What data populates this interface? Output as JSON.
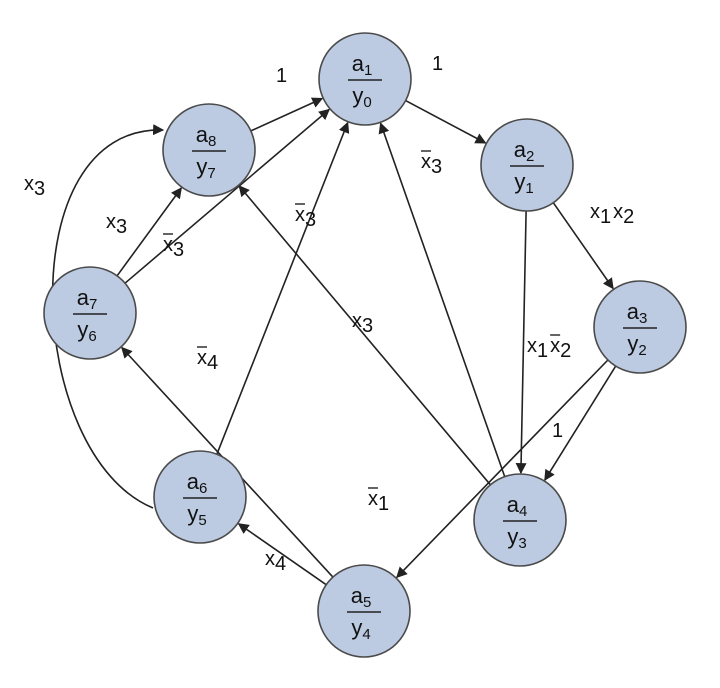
{
  "colors": {
    "node_fill": "#bccbe2",
    "node_stroke": "#4b4b4b",
    "edge": "#222222"
  },
  "nodes": [
    {
      "id": "a1",
      "top_base": "a",
      "top_sub": "1",
      "bottom_base": "y",
      "bottom_sub": "0"
    },
    {
      "id": "a2",
      "top_base": "a",
      "top_sub": "2",
      "bottom_base": "y",
      "bottom_sub": "1"
    },
    {
      "id": "a3",
      "top_base": "a",
      "top_sub": "3",
      "bottom_base": "y",
      "bottom_sub": "2"
    },
    {
      "id": "a4",
      "top_base": "a",
      "top_sub": "4",
      "bottom_base": "y",
      "bottom_sub": "3"
    },
    {
      "id": "a5",
      "top_base": "a",
      "top_sub": "5",
      "bottom_base": "y",
      "bottom_sub": "4"
    },
    {
      "id": "a6",
      "top_base": "a",
      "top_sub": "6",
      "bottom_base": "y",
      "bottom_sub": "5"
    },
    {
      "id": "a7",
      "top_base": "a",
      "top_sub": "7",
      "bottom_base": "y",
      "bottom_sub": "6"
    },
    {
      "id": "a8",
      "top_base": "a",
      "top_sub": "8",
      "bottom_base": "y",
      "bottom_sub": "7"
    }
  ],
  "edges": [
    {
      "from": "a8",
      "to": "a1",
      "label": [
        {
          "t": "1"
        }
      ]
    },
    {
      "from": "a1",
      "to": "a2",
      "label": [
        {
          "t": "1"
        }
      ]
    },
    {
      "from": "a2",
      "to": "a3",
      "label": [
        {
          "t": "x"
        },
        {
          "t": "1",
          "sub": true
        },
        {
          "t": "x"
        },
        {
          "t": "2",
          "sub": true
        }
      ]
    },
    {
      "from": "a2",
      "to": "a4",
      "label": [
        {
          "t": "x"
        },
        {
          "t": "1",
          "sub": true
        },
        {
          "t": "x",
          "bar": true
        },
        {
          "t": "2",
          "sub": true
        }
      ]
    },
    {
      "from": "a3",
      "to": "a4",
      "label": [
        {
          "t": "1"
        }
      ]
    },
    {
      "from": "a3",
      "to": "a5",
      "label": [
        {
          "t": "x",
          "bar": true
        },
        {
          "t": "1",
          "sub": true
        }
      ]
    },
    {
      "from": "a4",
      "to": "a1",
      "label": [
        {
          "t": "x",
          "bar": true
        },
        {
          "t": "3",
          "sub": true
        }
      ]
    },
    {
      "from": "a4",
      "to": "a8",
      "label": [
        {
          "t": "x"
        },
        {
          "t": "3",
          "sub": true
        }
      ]
    },
    {
      "from": "a5",
      "to": "a6",
      "label": [
        {
          "t": "x"
        },
        {
          "t": "4",
          "sub": true
        }
      ]
    },
    {
      "from": "a5",
      "to": "a7",
      "label": [
        {
          "t": "x",
          "bar": true
        },
        {
          "t": "4",
          "sub": true
        }
      ]
    },
    {
      "from": "a6",
      "to": "a1",
      "label": [
        {
          "t": "x",
          "bar": true
        },
        {
          "t": "3",
          "sub": true
        }
      ]
    },
    {
      "from": "a6",
      "to": "a8",
      "label": [
        {
          "t": "x"
        },
        {
          "t": "3",
          "sub": true
        }
      ]
    },
    {
      "from": "a7",
      "to": "a8",
      "label": [
        {
          "t": "x"
        },
        {
          "t": "3",
          "sub": true
        }
      ]
    },
    {
      "from": "a7",
      "to": "a1",
      "label": [
        {
          "t": "x",
          "bar": true
        },
        {
          "t": "3",
          "sub": true
        }
      ]
    }
  ]
}
